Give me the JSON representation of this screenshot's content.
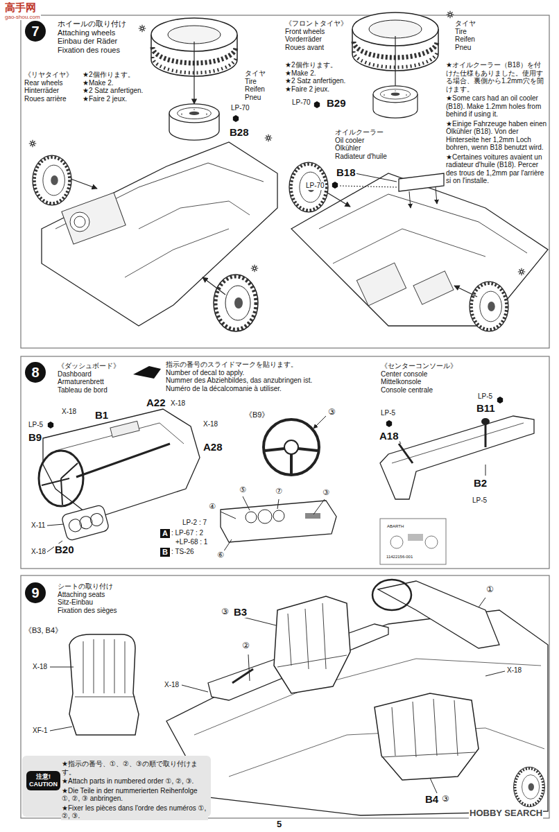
{
  "diagram": {
    "nodes": [
      {
        "text": [
          "7"
        ]
      },
      {
        "text": [
          "8"
        ]
      },
      {
        "text": [
          "9"
        ]
      },
      {
        "text": [
          "注意!",
          "CAUTION"
        ]
      }
    ],
    "labels": [
      "高手网",
      "gao-shou.com",
      "ホイールの取り付け",
      "Attaching wheels",
      "Einbau der Räder",
      "Fixation des roues",
      "《リヤタイヤ》",
      "Rear wheels",
      "Hinterräder",
      "Roues arrière",
      "★2個作ります。",
      "★Make 2.",
      "★2 Satz anfertigen.",
      "★Faire 2 jeux.",
      "タイヤ",
      "Tire",
      "Reifen",
      "Pneu",
      "LP-70",
      "B28",
      "《フロントタイヤ》",
      "Front wheels",
      "Vorderräder",
      "Roues avant",
      "★2個作ります。",
      "★Make 2.",
      "★2 Satz anfertigen.",
      "★Faire 2 jeux.",
      "タイヤ",
      "Tire",
      "Reifen",
      "Pneu",
      "LP-70",
      "B29",
      "オイルクーラー",
      "Oil cooler",
      "Ölkühler",
      "Radiateur d'huile",
      "B18",
      "LP-70",
      "★オイルクーラー（B18）を付けた仕様もありました。使用する場合、裏側から1.2mm穴を開けます。",
      "★Some cars had an oil cooler (B18). Make 1.2mm holes from behind if using it.",
      "★Einige Fahrzeuge haben einen Ölkühler (B18). Von der Hinterseite her 1,2mm Loch bohren, wenn B18 benutzt wird.",
      "★Certaines voitures avaient un radiateur d'huile (B18). Percer des trous de 1,2mm par l'arrière si on l'installe.",
      "《ダッシュボード》",
      "Dashboard",
      "Armaturenbrett",
      "Tableau de bord",
      "指示の番号のスライドマークを貼ります。",
      "Number of decal to apply.",
      "Nummer des Abziehbildes, das anzubringen ist.",
      "Numéro de la décalcomanie à utiliser.",
      "X-18",
      "B1",
      "A22",
      "X-18",
      "X-18",
      "LP-5",
      "B9",
      "A28",
      "X-11",
      "X-18",
      "B20",
      "LP-2 : 7",
      "A",
      ": LP-67 : 2",
      "+LP-68 : 1",
      "B",
      ": TS-26",
      "《B9》",
      "③",
      "④",
      "⑤",
      "⑦",
      "③",
      "⑥",
      "ABARTH",
      "11422156-001",
      "《センターコンソール》",
      "Center console",
      "Mittelkonsole",
      "Console centrale",
      "LP-5",
      "B11",
      "LP-5",
      "A18",
      "B2",
      "LP-5",
      "シートの取り付け",
      "Attaching seats",
      "Sitz-Einbau",
      "Fixation des sièges",
      "《B3, B4》",
      "X-18",
      "XF-1",
      "③",
      "B3",
      "①",
      "②",
      "X-18",
      "X-18",
      "B4",
      "③",
      "★指示の番号、①、②、③の順で取り付けます。",
      "★Attach parts in numbered order ①, ②, ③.",
      "★Die Teile in der nummerierten Reihenfolge ①, ②, ③ anbringen.",
      "★Fixer les pièces dans l'ordre des numéros ①, ②, ③.",
      "5",
      "HOBBY SEARCH"
    ]
  }
}
